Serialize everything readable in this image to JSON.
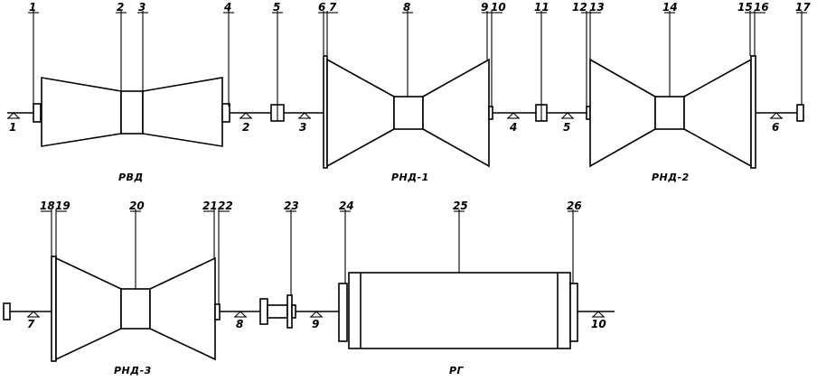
{
  "captions": {
    "rvd": "РВД",
    "rnd1": "РНД-1",
    "rnd2": "РНД-2",
    "rnd3": "РНД-3",
    "rg": "РГ"
  },
  "callouts": [
    "1",
    "2",
    "3",
    "4",
    "5",
    "6",
    "7",
    "8",
    "9",
    "10",
    "11",
    "12",
    "13",
    "14",
    "15",
    "16",
    "17",
    "18",
    "19",
    "20",
    "21",
    "22",
    "23",
    "24",
    "25",
    "26"
  ],
  "bearings": [
    "1",
    "2",
    "3",
    "4",
    "5",
    "6",
    "7",
    "8",
    "9",
    "10"
  ]
}
